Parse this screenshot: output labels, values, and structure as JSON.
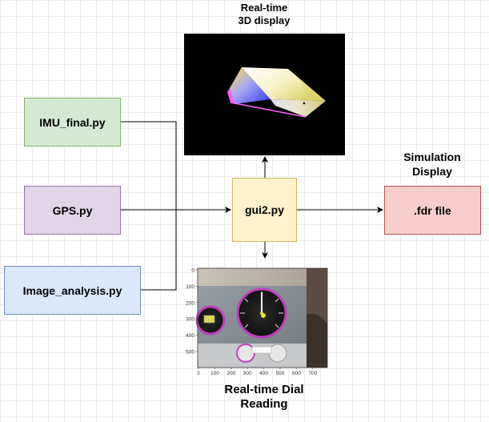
{
  "modules": {
    "imu": {
      "label": "IMU_final.py",
      "fill": "#d5e8d4",
      "stroke": "#82b366"
    },
    "gps": {
      "label": "GPS.py",
      "fill": "#e1d5e7",
      "stroke": "#9673a6"
    },
    "image_analysis": {
      "label": "Image_analysis.py",
      "fill": "#dae8fc",
      "stroke": "#6c8ebf"
    },
    "gui": {
      "label": "gui2.py",
      "fill": "#fff2cc",
      "stroke": "#d6b656"
    },
    "fdr": {
      "label": ".fdr file",
      "fill": "#f8cecc",
      "stroke": "#b85450"
    }
  },
  "captions": {
    "display_3d_line1": "Real-time",
    "display_3d_line2": "3D display",
    "simulation_line1": "Simulation",
    "simulation_line2": "Display",
    "dial_line1": "Real-time Dial",
    "dial_line2": "Reading"
  },
  "dial_plot": {
    "y_ticks": [
      "0",
      "100",
      "200",
      "300",
      "400",
      "500"
    ],
    "x_ticks": [
      "0",
      "100",
      "200",
      "300",
      "400",
      "500",
      "600",
      "700"
    ]
  }
}
